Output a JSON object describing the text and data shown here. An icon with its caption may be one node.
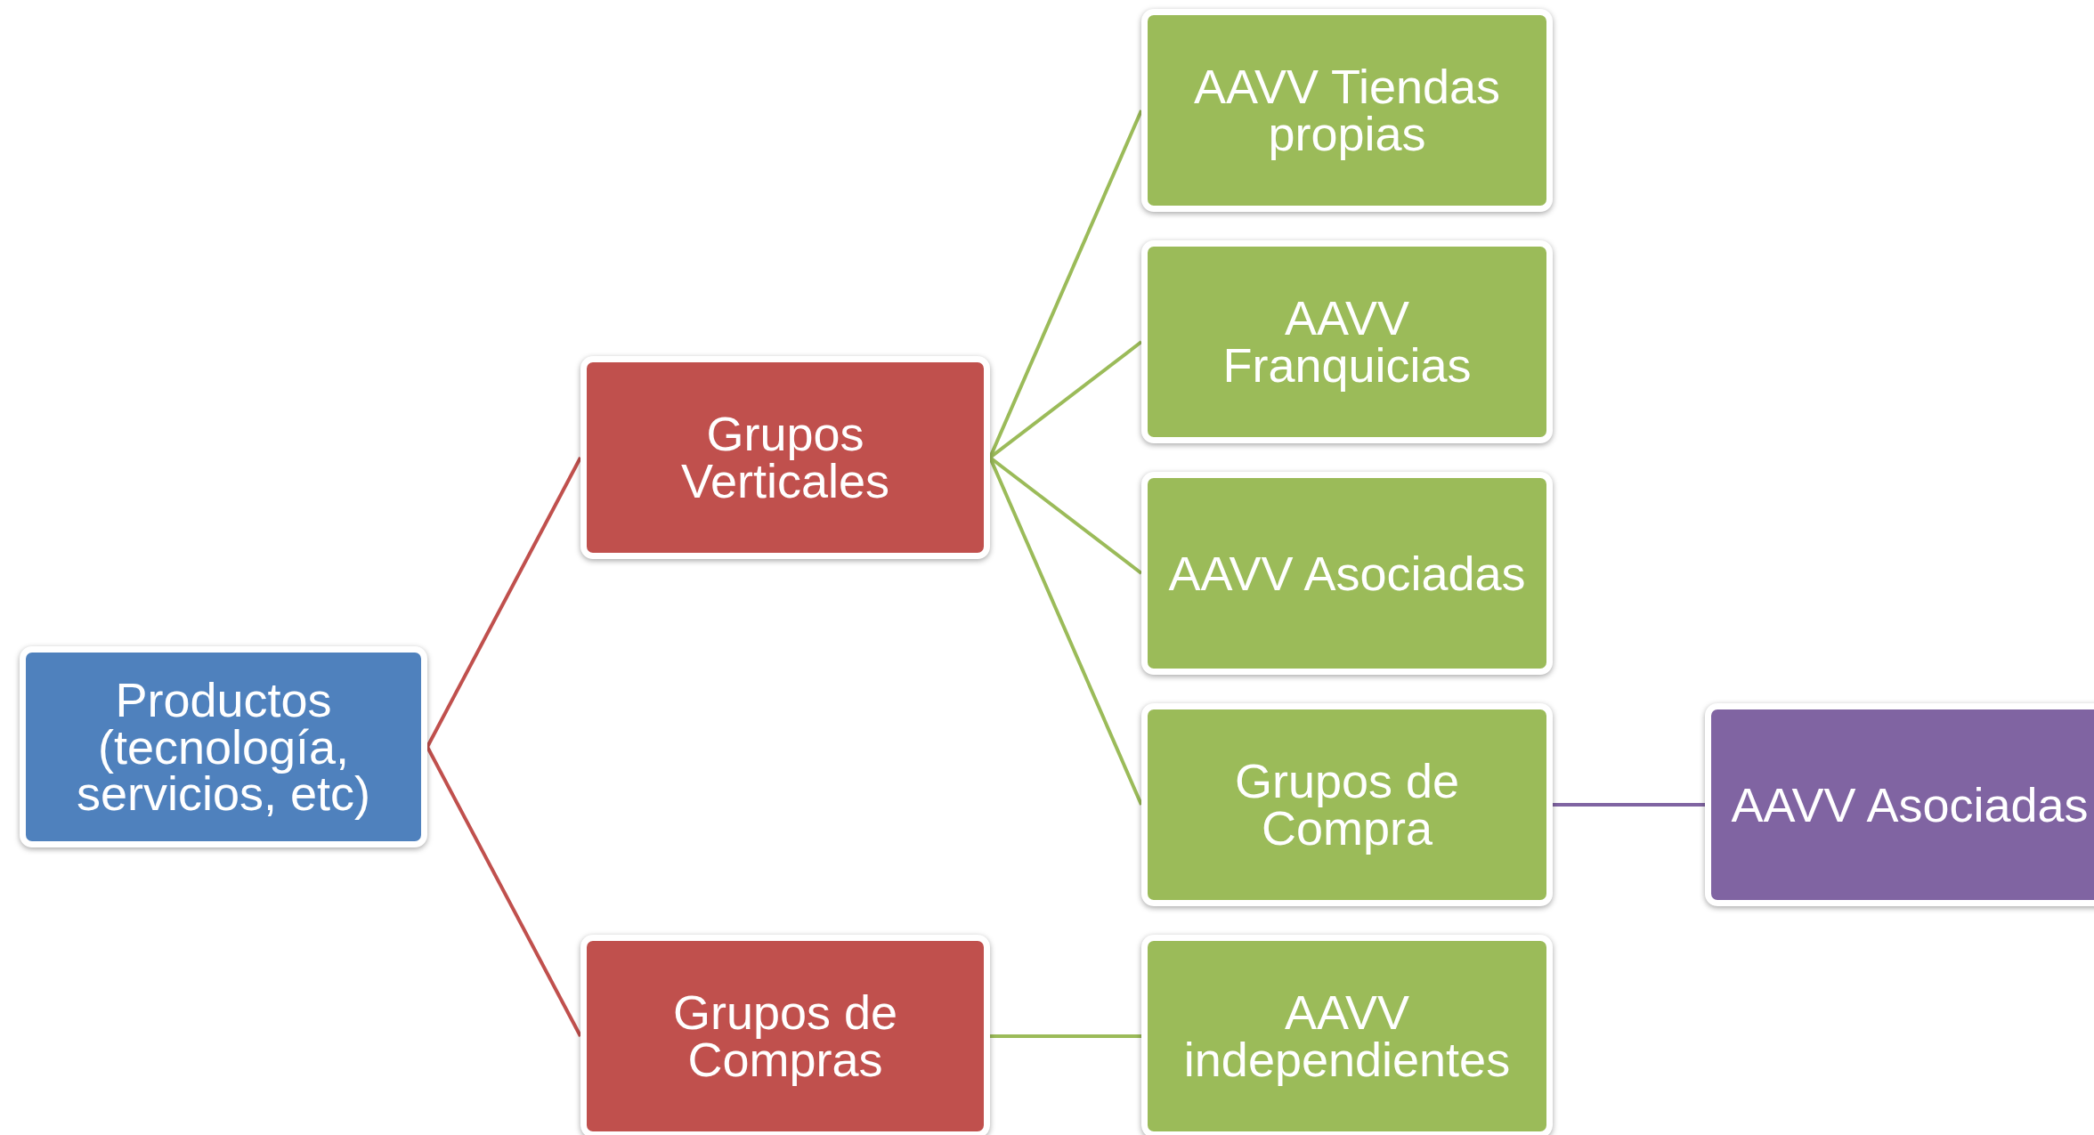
{
  "diagram": {
    "nodes": [
      {
        "text": [
          "Productos (tecnología, servicios, etc)"
        ]
      },
      {
        "text": [
          "Grupos Verticales"
        ]
      },
      {
        "text": [
          "Grupos de Compras"
        ]
      },
      {
        "text": [
          "AAVV Tiendas propias"
        ]
      },
      {
        "text": [
          "AAVV Franquicias"
        ]
      },
      {
        "text": [
          "AAVV Asociadas"
        ]
      },
      {
        "text": [
          "Grupos de Compra"
        ]
      },
      {
        "text": [
          "AAVV independientes"
        ]
      },
      {
        "text": [
          "AAVV Asociadas"
        ]
      }
    ],
    "edges": [
      {
        "from": 0,
        "to": 1,
        "arrow": "none",
        "color": "#c0504d"
      },
      {
        "from": 0,
        "to": 2,
        "arrow": "none",
        "color": "#c0504d"
      },
      {
        "from": 1,
        "to": 3,
        "arrow": "none"
      },
      {
        "from": 1,
        "to": 4,
        "arrow": "none"
      },
      {
        "from": 1,
        "to": 5,
        "arrow": "none"
      },
      {
        "from": 1,
        "to": 6,
        "arrow": "none"
      },
      {
        "from": 2,
        "to": 7,
        "arrow": "none"
      },
      {
        "from": 6,
        "to": 8,
        "arrow": "none",
        "color": "#8064a2"
      }
    ]
  }
}
